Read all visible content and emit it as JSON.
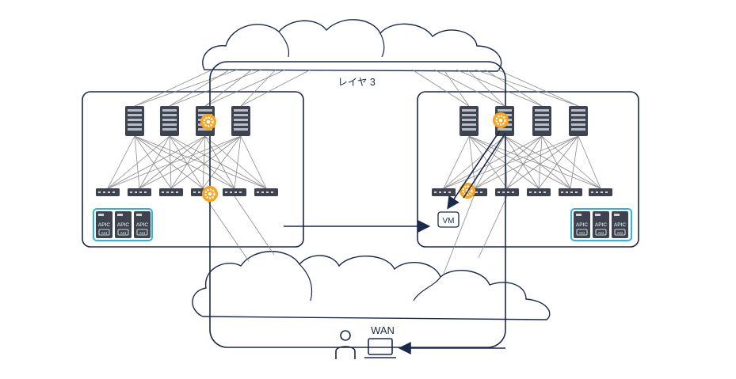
{
  "diagram": {
    "top_cloud_label": "レイヤ 3",
    "wan_label": "WAN",
    "vm_label": "VM",
    "apic_labels": [
      "APIC",
      "APIC",
      "APIC",
      "APIC",
      "APIC",
      "APIC"
    ],
    "acl_label": "ACI",
    "colors": {
      "frame": "#1b2a4a",
      "link": "#8a8a8a",
      "apic_group": "#29b6e0",
      "gear": "#f5a623",
      "cloud_stroke": "#1b2a4a"
    },
    "icons": [
      "spine-switch-icon",
      "leaf-switch-icon",
      "apic-controller-icon",
      "gear-icon",
      "cloud-icon",
      "user-icon",
      "laptop-icon",
      "vm-icon"
    ]
  }
}
